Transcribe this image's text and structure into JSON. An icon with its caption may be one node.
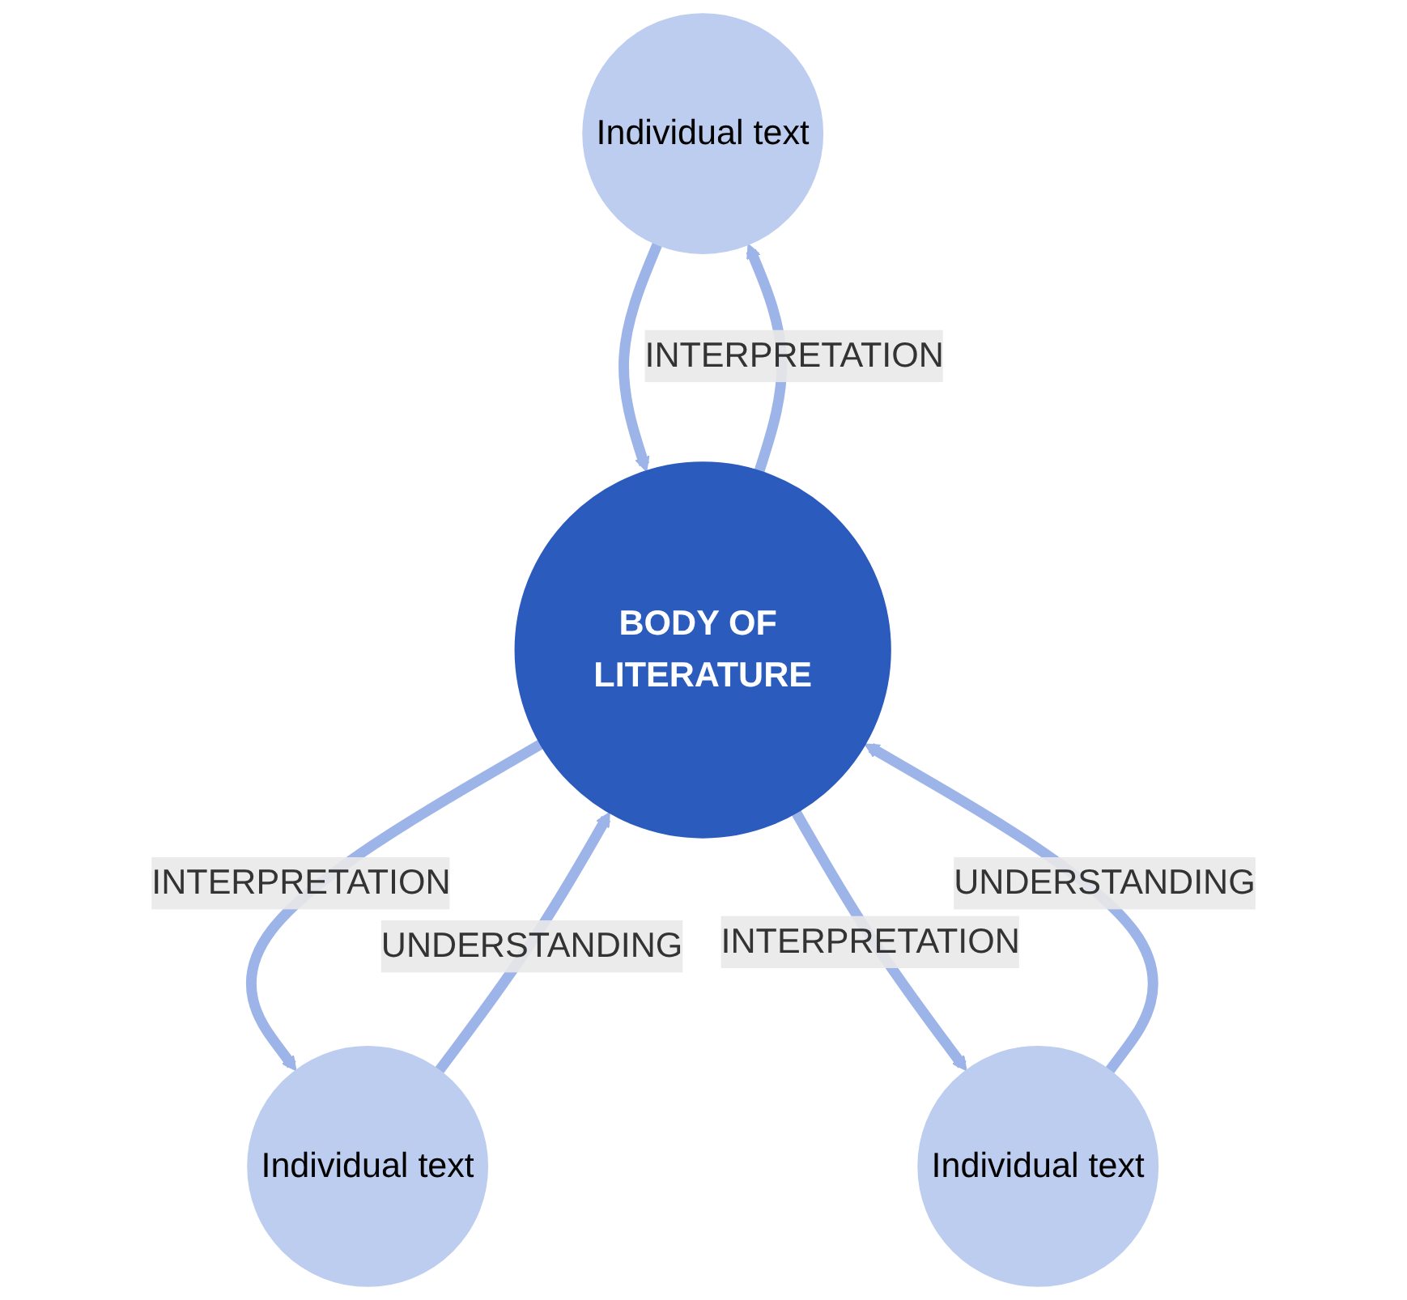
{
  "diagram": {
    "nodes": [
      {
        "text": [
          "Individual text"
        ]
      },
      {
        "text": [
          "Individual text"
        ]
      },
      {
        "text": [
          "BODY OF LITERATURE"
        ]
      },
      {
        "text": [
          "Individual text"
        ]
      }
    ],
    "edges": [
      {
        "from": 0,
        "to": 2,
        "arrow": "to"
      },
      {
        "from": 2,
        "to": 0,
        "arrow": "to",
        "label": "INTERPRETATION"
      },
      {
        "from": 2,
        "to": 1,
        "arrow": "to",
        "label": "INTERPRETATION"
      },
      {
        "from": 1,
        "to": 2,
        "arrow": "to",
        "label": "UNDERSTANDING"
      },
      {
        "from": 2,
        "to": 3,
        "arrow": "to",
        "label": "INTERPRETATION"
      },
      {
        "from": 3,
        "to": 2,
        "arrow": "to",
        "label": "UNDERSTANDING"
      }
    ]
  }
}
